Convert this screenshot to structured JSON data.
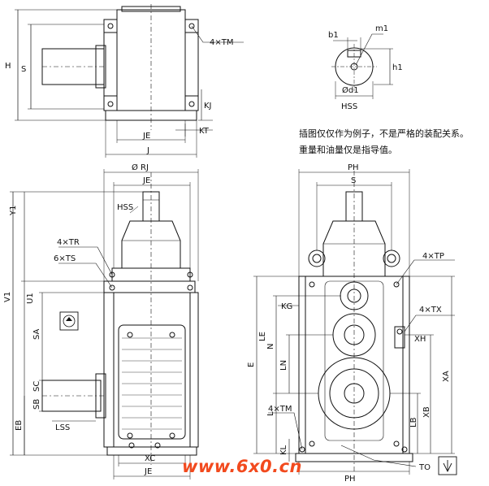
{
  "notes": {
    "line1": "插图仅仅作为例子，不是严格的装配关系。",
    "line2": "重量和油量仅是指导值。"
  },
  "watermark": "www.6x0.cn",
  "labels": {
    "H": "H",
    "S_top": "S",
    "TM_top": "4×TM",
    "KJ": "KJ",
    "KT": "KT",
    "JE_top": "JE",
    "J": "J",
    "b1": "b1",
    "m1": "m1",
    "h1": "h1",
    "d1": "Ød1",
    "HSS_detail": "HSS",
    "RJ": "Ø RJ",
    "JE_mid": "JE",
    "HSS_side": "HSS",
    "TR": "4×TR",
    "TS": "6×TS",
    "Y1": "Y1",
    "V1": "V1",
    "U1": "U1",
    "SA": "SA",
    "SC": "SC",
    "SB": "SB",
    "EB": "EB",
    "LSS": "LSS",
    "XC": "XC",
    "JE_bottom": "JE",
    "PH_top": "PH",
    "S_front": "S",
    "TP": "4×TP",
    "KG": "KG",
    "LE": "LE",
    "N": "N",
    "LN": "LN",
    "E": "E",
    "L": "L",
    "TM_front": "4×TM",
    "KL": "KL",
    "TX": "4×TX",
    "XH": "XH",
    "XA": "XA",
    "LB": "LB",
    "XB": "XB",
    "TO": "TO",
    "PH_bottom": "PH"
  }
}
